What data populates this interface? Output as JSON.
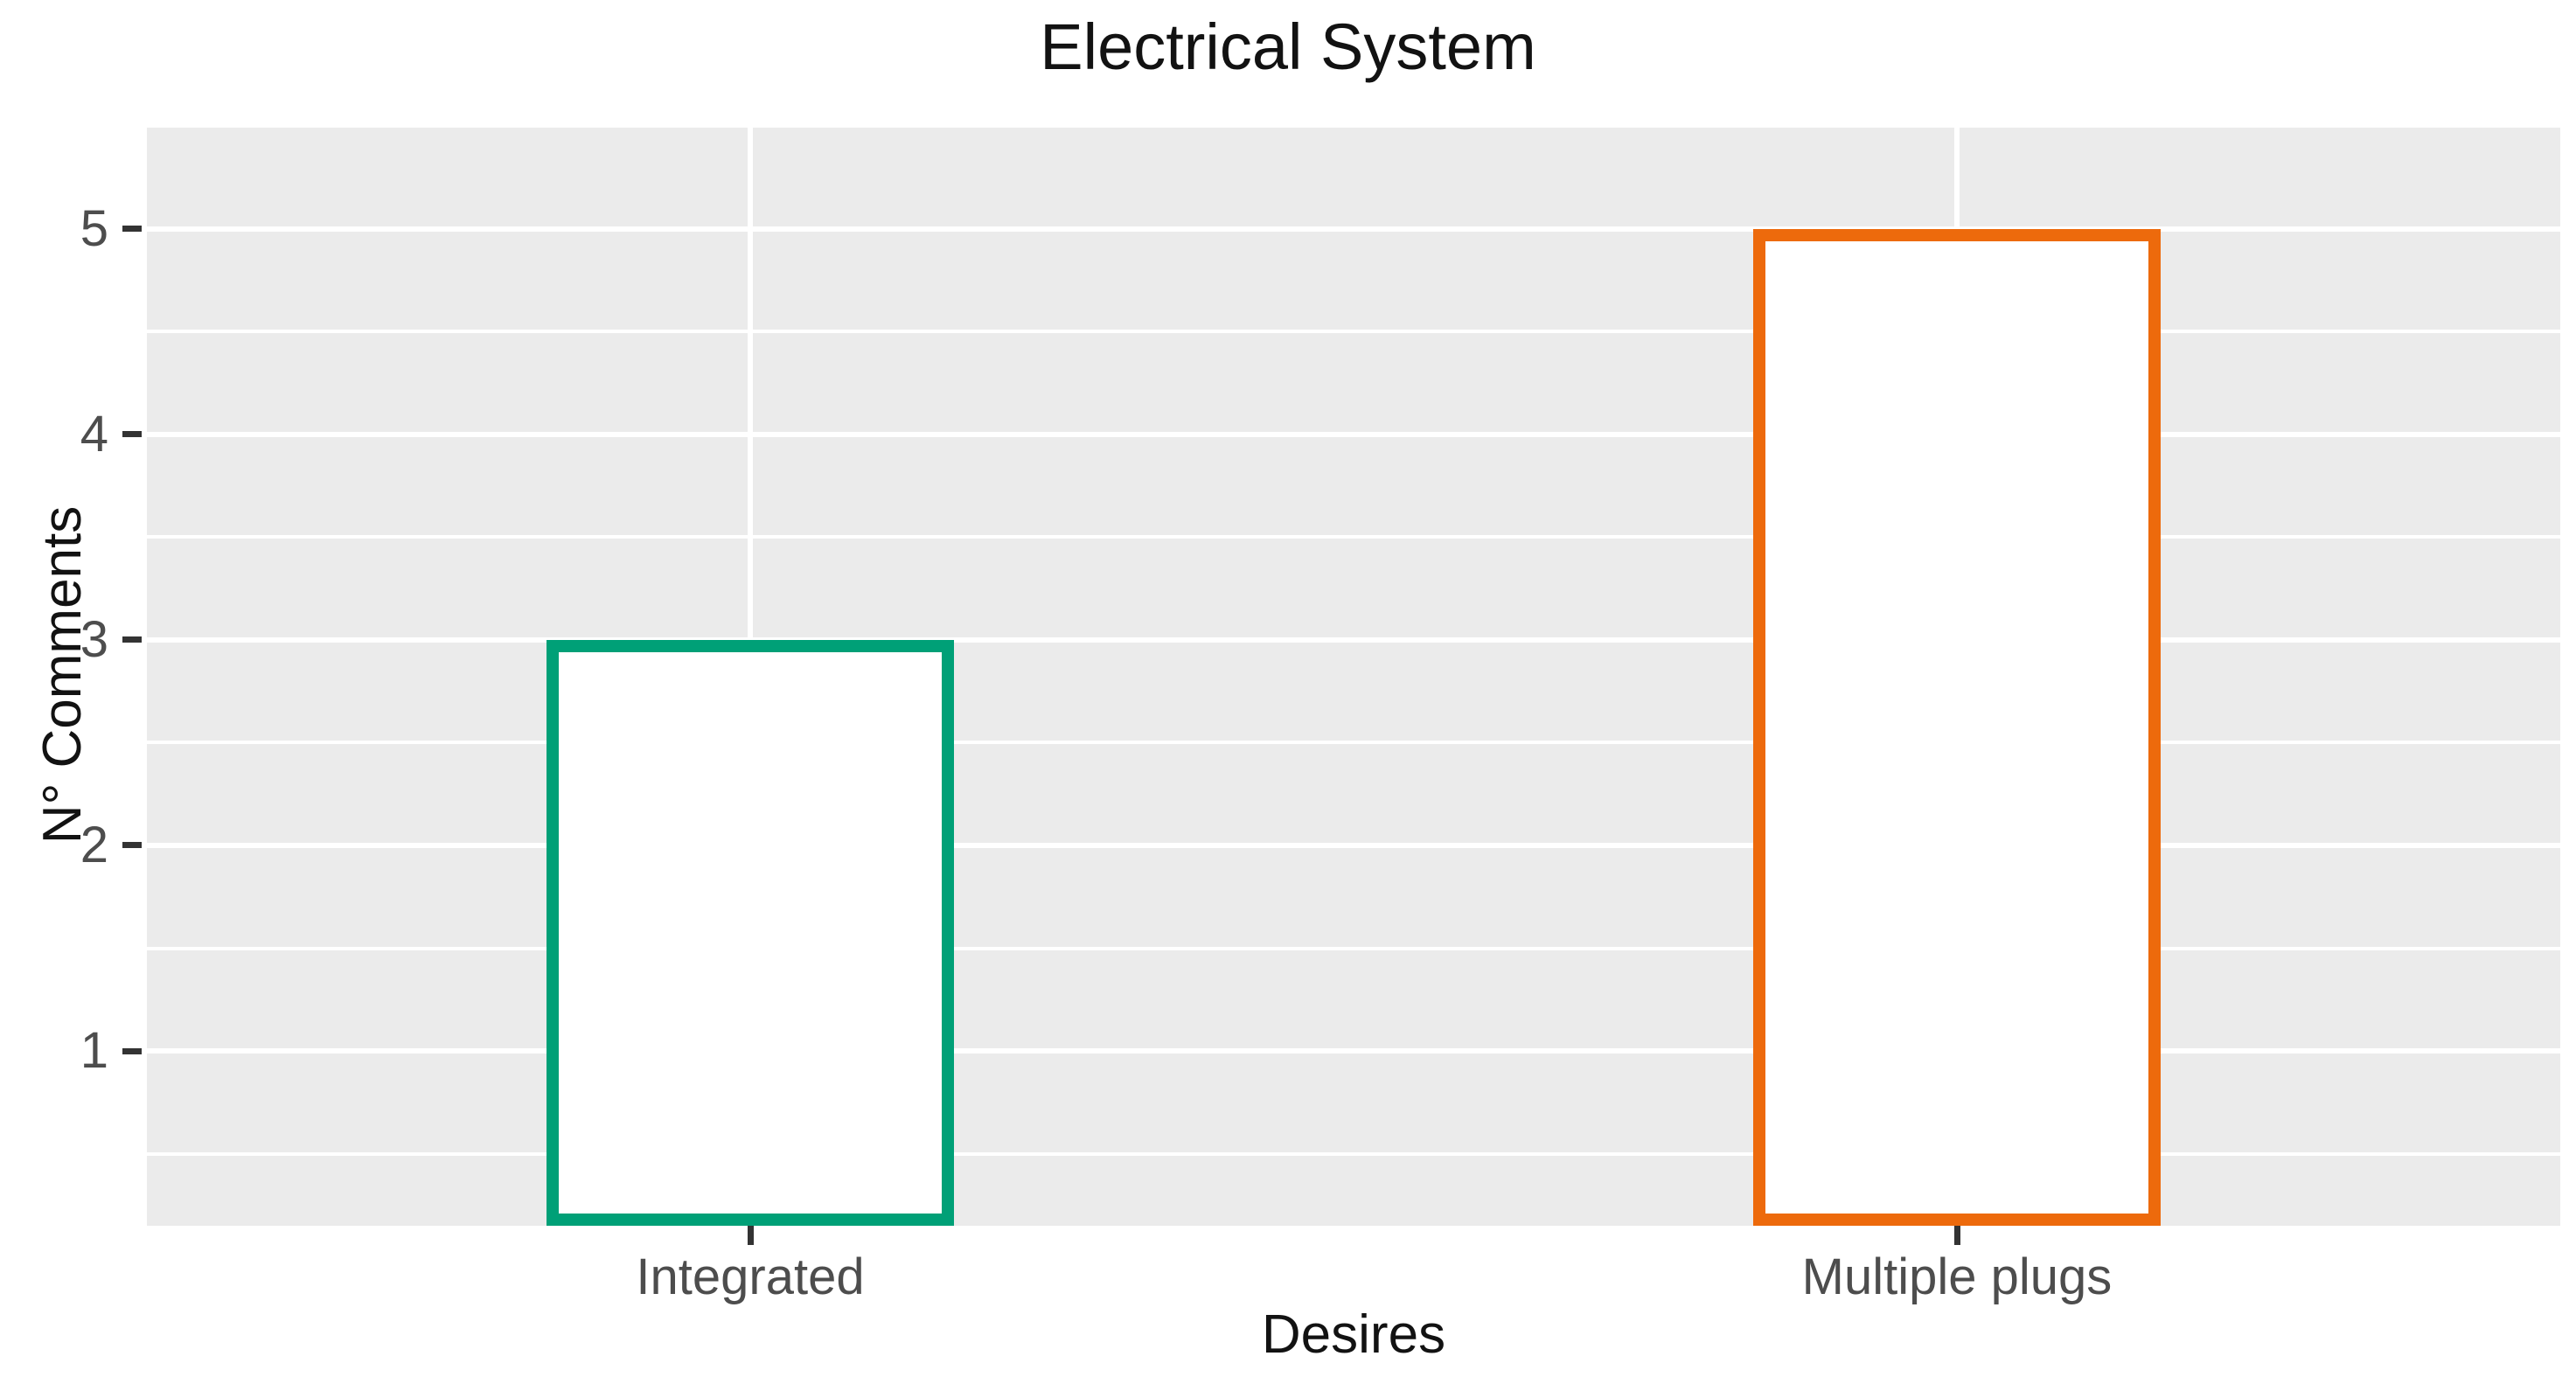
{
  "chart_data": {
    "type": "bar",
    "title": "Electrical System",
    "xlabel": "Desires",
    "ylabel": "N° Comments",
    "categories": [
      "Integrated",
      "Multiple plugs"
    ],
    "values": [
      3,
      5
    ],
    "series": [
      {
        "name": "N° Comments",
        "values": [
          3,
          5
        ]
      }
    ],
    "bar_colors": [
      "#00a077",
      "#ed6a0c"
    ],
    "bar_fill": "none",
    "bar_style": "outline",
    "bar_border_width_px": 14,
    "ytick_labels": [
      "1",
      "2",
      "3",
      "4",
      "5"
    ],
    "ytick_values": [
      1,
      2,
      3,
      4,
      5
    ],
    "ylim": [
      0.15,
      5.5
    ],
    "xtick_labels": [
      "Integrated",
      "Multiple plugs"
    ],
    "grid": {
      "major_horizontal": true,
      "minor_horizontal": true,
      "major_vertical": true,
      "minor_vertical": false,
      "color": "#ffffff"
    },
    "legend": {
      "visible": false,
      "position": "none"
    },
    "panel_background": "#ebebeb",
    "figure_background": "#ffffff",
    "text_color": "#121212",
    "tick_label_color": "#4d4d4d"
  },
  "ticks": {
    "y": [
      {
        "label": "5",
        "value": 5
      },
      {
        "label": "4",
        "value": 4
      },
      {
        "label": "3",
        "value": 3
      },
      {
        "label": "2",
        "value": 2
      },
      {
        "label": "1",
        "value": 1
      }
    ],
    "x": [
      {
        "label": "Integrated"
      },
      {
        "label": "Multiple plugs"
      }
    ]
  }
}
